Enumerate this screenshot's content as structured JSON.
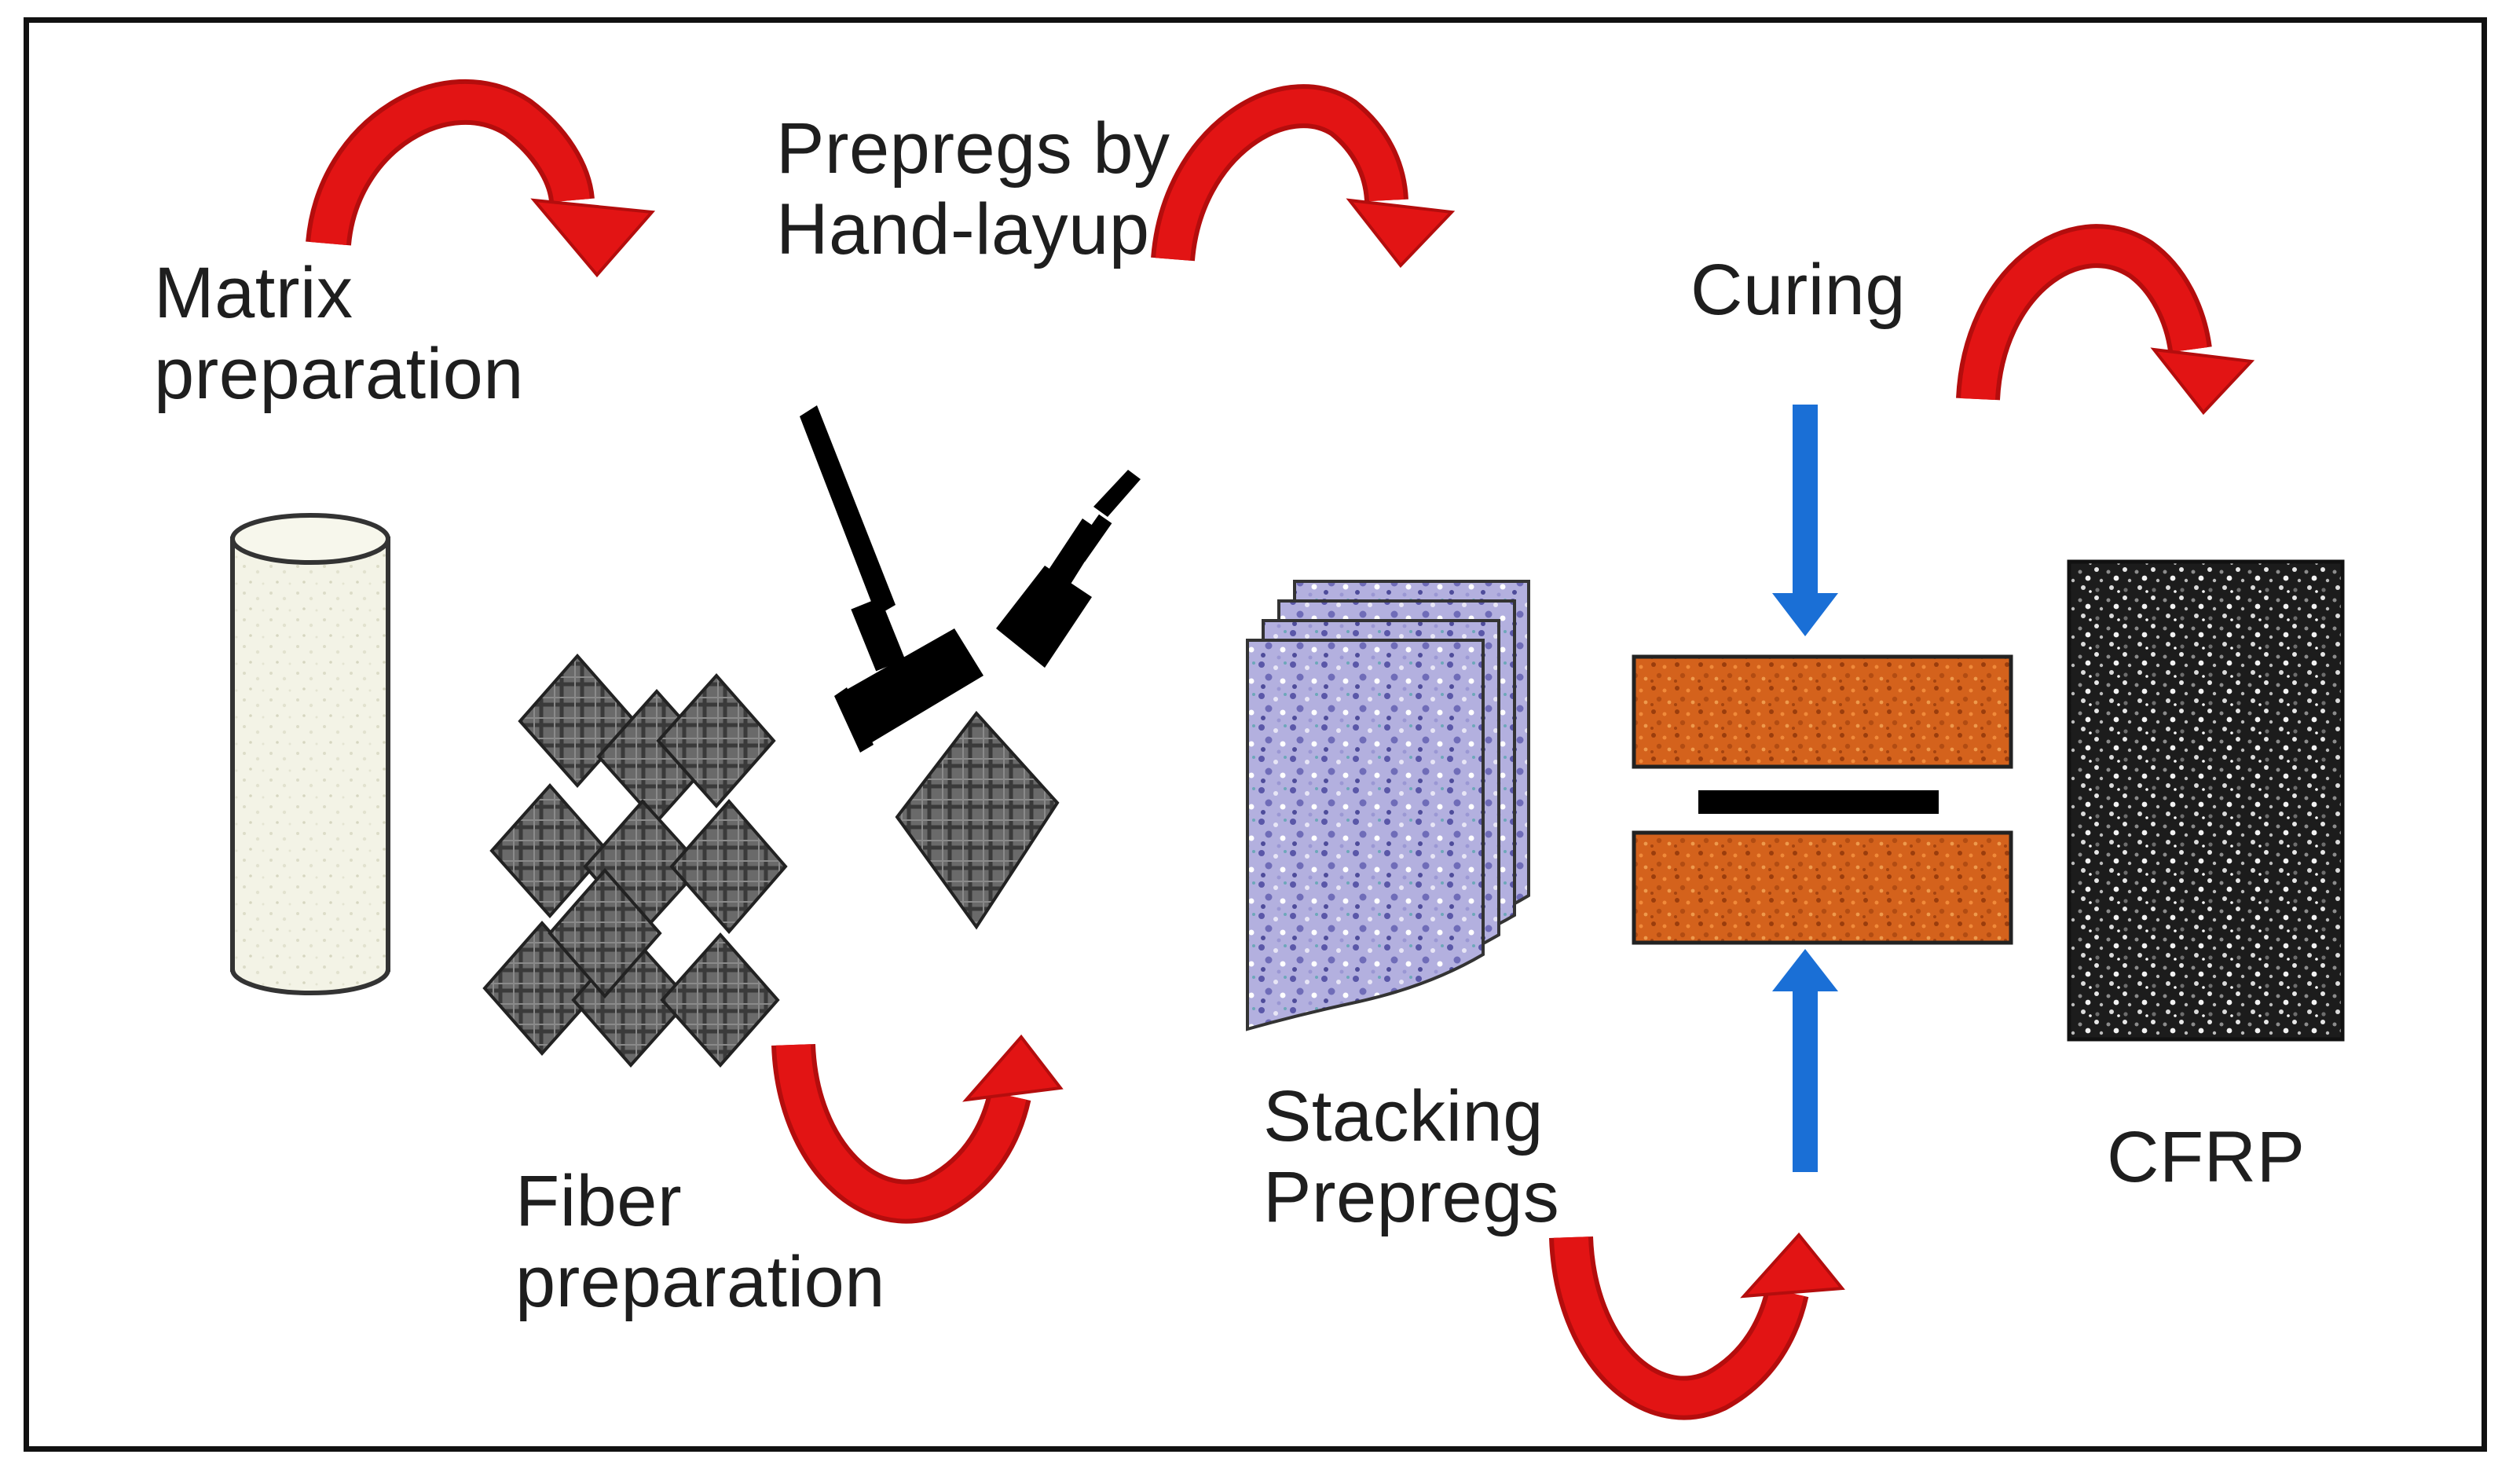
{
  "labels": {
    "matrix_line1": "Matrix",
    "matrix_line2": "preparation",
    "prepregs_line1": "Prepregs by",
    "prepregs_line2": "Hand-layup",
    "curing": "Curing",
    "fiber_line1": "Fiber",
    "fiber_line2": "preparation",
    "stacking_line1": "Stacking",
    "stacking_line2": "Prepregs",
    "cfrp": "CFRP"
  },
  "icons": [
    "matrix-cylinder-icon",
    "fiber-mesh-icon",
    "roller-icon",
    "brush-icon",
    "prepreg-sheet-icon",
    "stacked-prepregs-icon",
    "curing-press-icon",
    "cfrp-panel-icon",
    "curved-arrow-icon"
  ],
  "colors": {
    "flow_arrow": "#e01313",
    "press_arrow": "#1468d6",
    "press_plate": "#d8651c",
    "fiber_mesh": "#666666",
    "prepreg_stack": "#8e86c8",
    "cfrp_panel": "#2a2a2a",
    "matrix_cylinder": "#f1f1e2"
  }
}
